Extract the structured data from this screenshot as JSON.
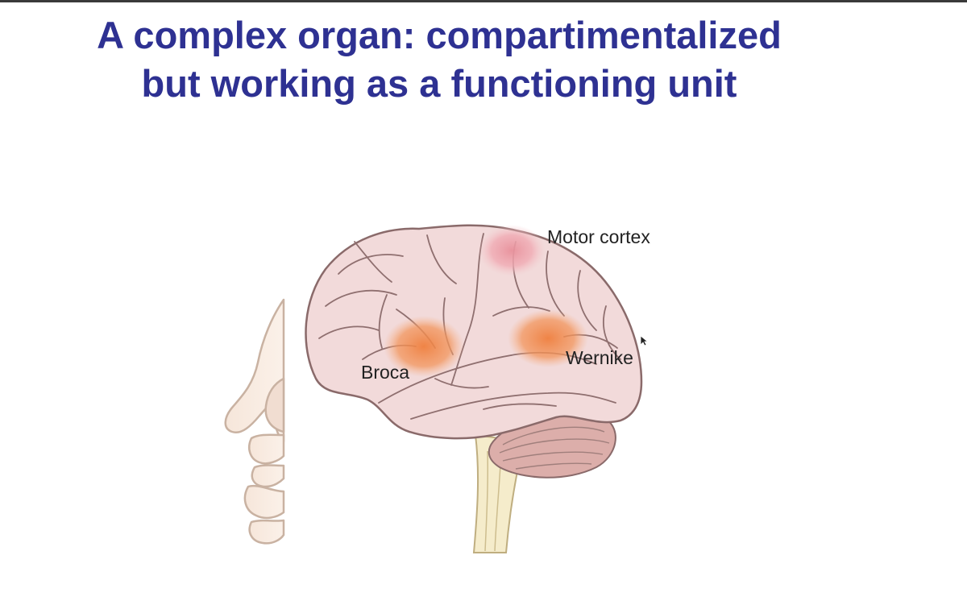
{
  "slide": {
    "title_line1": "A complex organ: compartimentalized",
    "title_line2": "but working as a functioning unit"
  },
  "diagram": {
    "labels": {
      "motor": "Motor cortex",
      "broca": "Broca",
      "wernike": "Wernike"
    },
    "colors": {
      "title": "#2e3192",
      "brain_fill": "#f2dada",
      "brain_outline": "#8a6a6a",
      "motor_area": "#ee9fa9",
      "language_area": "#f08a4b",
      "cerebellum": "#d9a9a4",
      "brainstem": "#f5eccb",
      "skull_outline": "#c9b2a2"
    }
  }
}
